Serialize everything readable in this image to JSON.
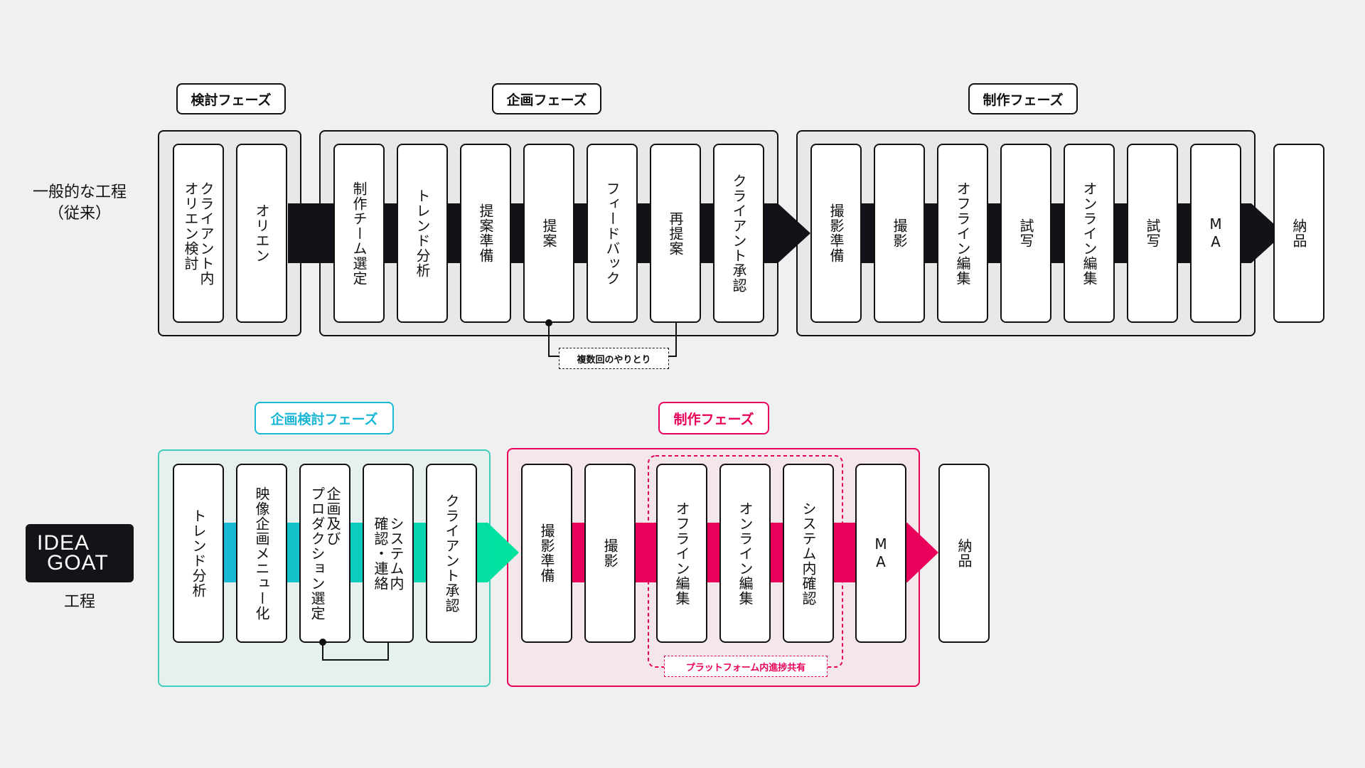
{
  "traditional": {
    "label": "一般的な工程\n（従来）",
    "phases": [
      "検討フェーズ",
      "企画フェーズ",
      "制作フェーズ"
    ],
    "steps": [
      "クライアント内\nオリエン検討",
      "オリエン",
      "制作チーム選定",
      "トレンド分析",
      "提案準備",
      "提案",
      "フィードバック",
      "再提案",
      "クライアント承認",
      "撮影準備",
      "撮影",
      "オフライン編集",
      "試写",
      "オンライン編集",
      "試写",
      "MA",
      "納品"
    ],
    "loop_note": "複数回のやりとり",
    "arrow_color": "#111318"
  },
  "ideagoat": {
    "logo_lines": [
      "IDEA",
      "GOAT"
    ],
    "label": "工程",
    "phases": [
      "企画検討フェーズ",
      "制作フェーズ"
    ],
    "steps": [
      "トレンド分析",
      "映像企画メニュー化",
      "企画及び\nプロダクション選定",
      "システム内\n確認・連絡",
      "クライアント承認",
      "撮影準備",
      "撮影",
      "オフライン編集",
      "オンライン編集",
      "システム内確認",
      "MA",
      "納品"
    ],
    "platform_note": "プラットフォーム内進捗共有",
    "colors": {
      "planning": "#1ab7d6",
      "planning_light": "#00e39c",
      "planning_bg": "#e6f1ef",
      "production": "#e8005a",
      "production_bg": "#f5e6ea"
    }
  }
}
